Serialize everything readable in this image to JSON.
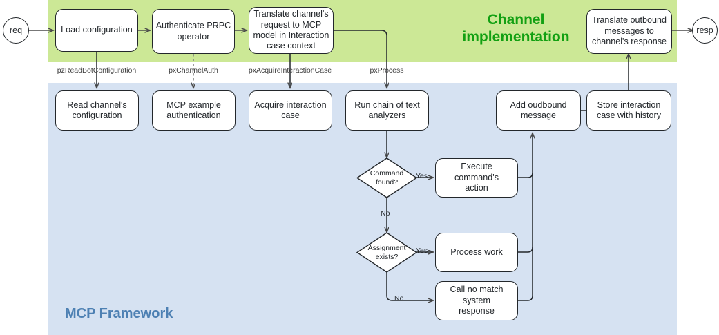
{
  "diagram": {
    "title": "MCP channel request processing flow",
    "lanes": [
      {
        "id": "channel-implementation",
        "label": "Channel\nimplementation",
        "color": "#cce896",
        "title_color": "#12a012"
      },
      {
        "id": "mcp-framework",
        "label": "MCP Framework",
        "color": "#d6e2f2",
        "title_color": "#4d80b3"
      }
    ],
    "endpoints": {
      "request": "req",
      "response": "resp"
    },
    "channel_nodes": [
      {
        "id": "load-configuration",
        "label": "Load configuration"
      },
      {
        "id": "authenticate-prpc-operator",
        "label": "Authenticate PRPC\noperator"
      },
      {
        "id": "translate-request",
        "label": "Translate channel's\nrequest to MCP\nmodel in Interaction\ncase context"
      },
      {
        "id": "translate-outbound",
        "label": "Translate outbound\nmessages to\nchannel's response"
      }
    ],
    "api_labels": [
      {
        "id": "pz-read-bot-configuration",
        "label": "pzReadBotConfiguration"
      },
      {
        "id": "px-channel-auth",
        "label": "pxChannelAuth"
      },
      {
        "id": "px-acquire-interaction-case",
        "label": "pxAcquireInteractionCase"
      },
      {
        "id": "px-process",
        "label": "pxProcess"
      }
    ],
    "framework_nodes": [
      {
        "id": "read-channel-configuration",
        "label": "Read channel's\nconfiguration"
      },
      {
        "id": "mcp-example-authentication",
        "label": "MCP example\nauthentication"
      },
      {
        "id": "acquire-interaction-case",
        "label": "Acquire interaction\ncase"
      },
      {
        "id": "run-chain-of-text-analyzers",
        "label": "Run chain of text\nanalyzers"
      },
      {
        "id": "add-outbound-message",
        "label": "Add oudbound\nmessage"
      },
      {
        "id": "store-interaction-case",
        "label": "Store interaction\ncase with history"
      },
      {
        "id": "execute-commands-action",
        "label": "Execute command's\naction"
      },
      {
        "id": "process-work",
        "label": "Process work"
      },
      {
        "id": "call-no-match-system-response",
        "label": "Call no match system\nresponse"
      }
    ],
    "decisions": [
      {
        "id": "command-found",
        "label": "Command\nfound?"
      },
      {
        "id": "assignment-exists",
        "label": "Assignment\nexists?"
      }
    ],
    "edge_labels": {
      "command_yes": "Yes",
      "command_no": "No",
      "assignment_yes": "Yes",
      "assignment_no": "No"
    }
  }
}
